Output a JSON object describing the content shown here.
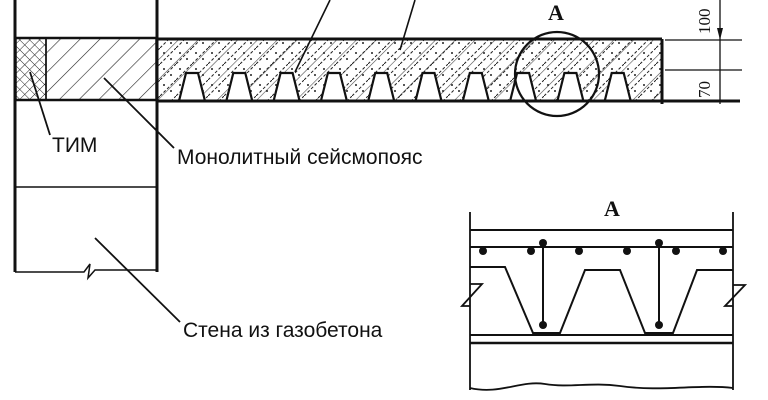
{
  "labels": {
    "insulation": "ТИМ",
    "seismic_belt": "Монолитный сейсмопояс",
    "wall": "Стена из газобетона",
    "detail_marker": "А",
    "detail_title": "А"
  },
  "dimensions": {
    "top": "100",
    "bottom": "70"
  },
  "colors": {
    "ink": "#111111",
    "paper": "#ffffff"
  }
}
